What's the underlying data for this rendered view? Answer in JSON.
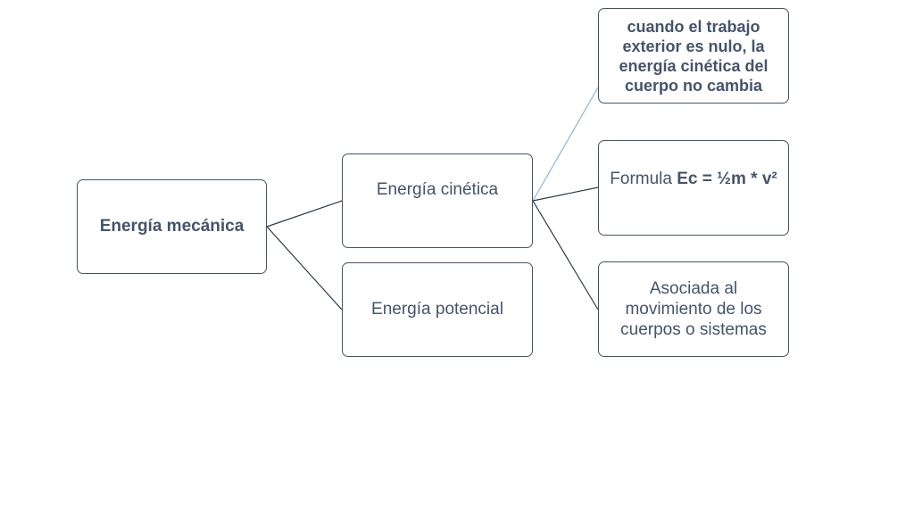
{
  "diagram": {
    "root": {
      "label": "Energía mecánica"
    },
    "branches": [
      {
        "label": "Energía cinética"
      },
      {
        "label": "Energía potencial"
      }
    ],
    "leaves": [
      {
        "label": "cuando el trabajo exterior es nulo, la energía cinética del cuerpo no cambia"
      },
      {
        "label_prefix": "Formula ",
        "label_formula": "Ec = ½m * v²"
      },
      {
        "label": "Asociada al movimiento de los cuerpos o sistemas"
      }
    ]
  },
  "colors": {
    "border": "#44546a",
    "text": "#44546a",
    "connector": "#2e3a48",
    "connector_highlight": "#8fb4d8"
  }
}
